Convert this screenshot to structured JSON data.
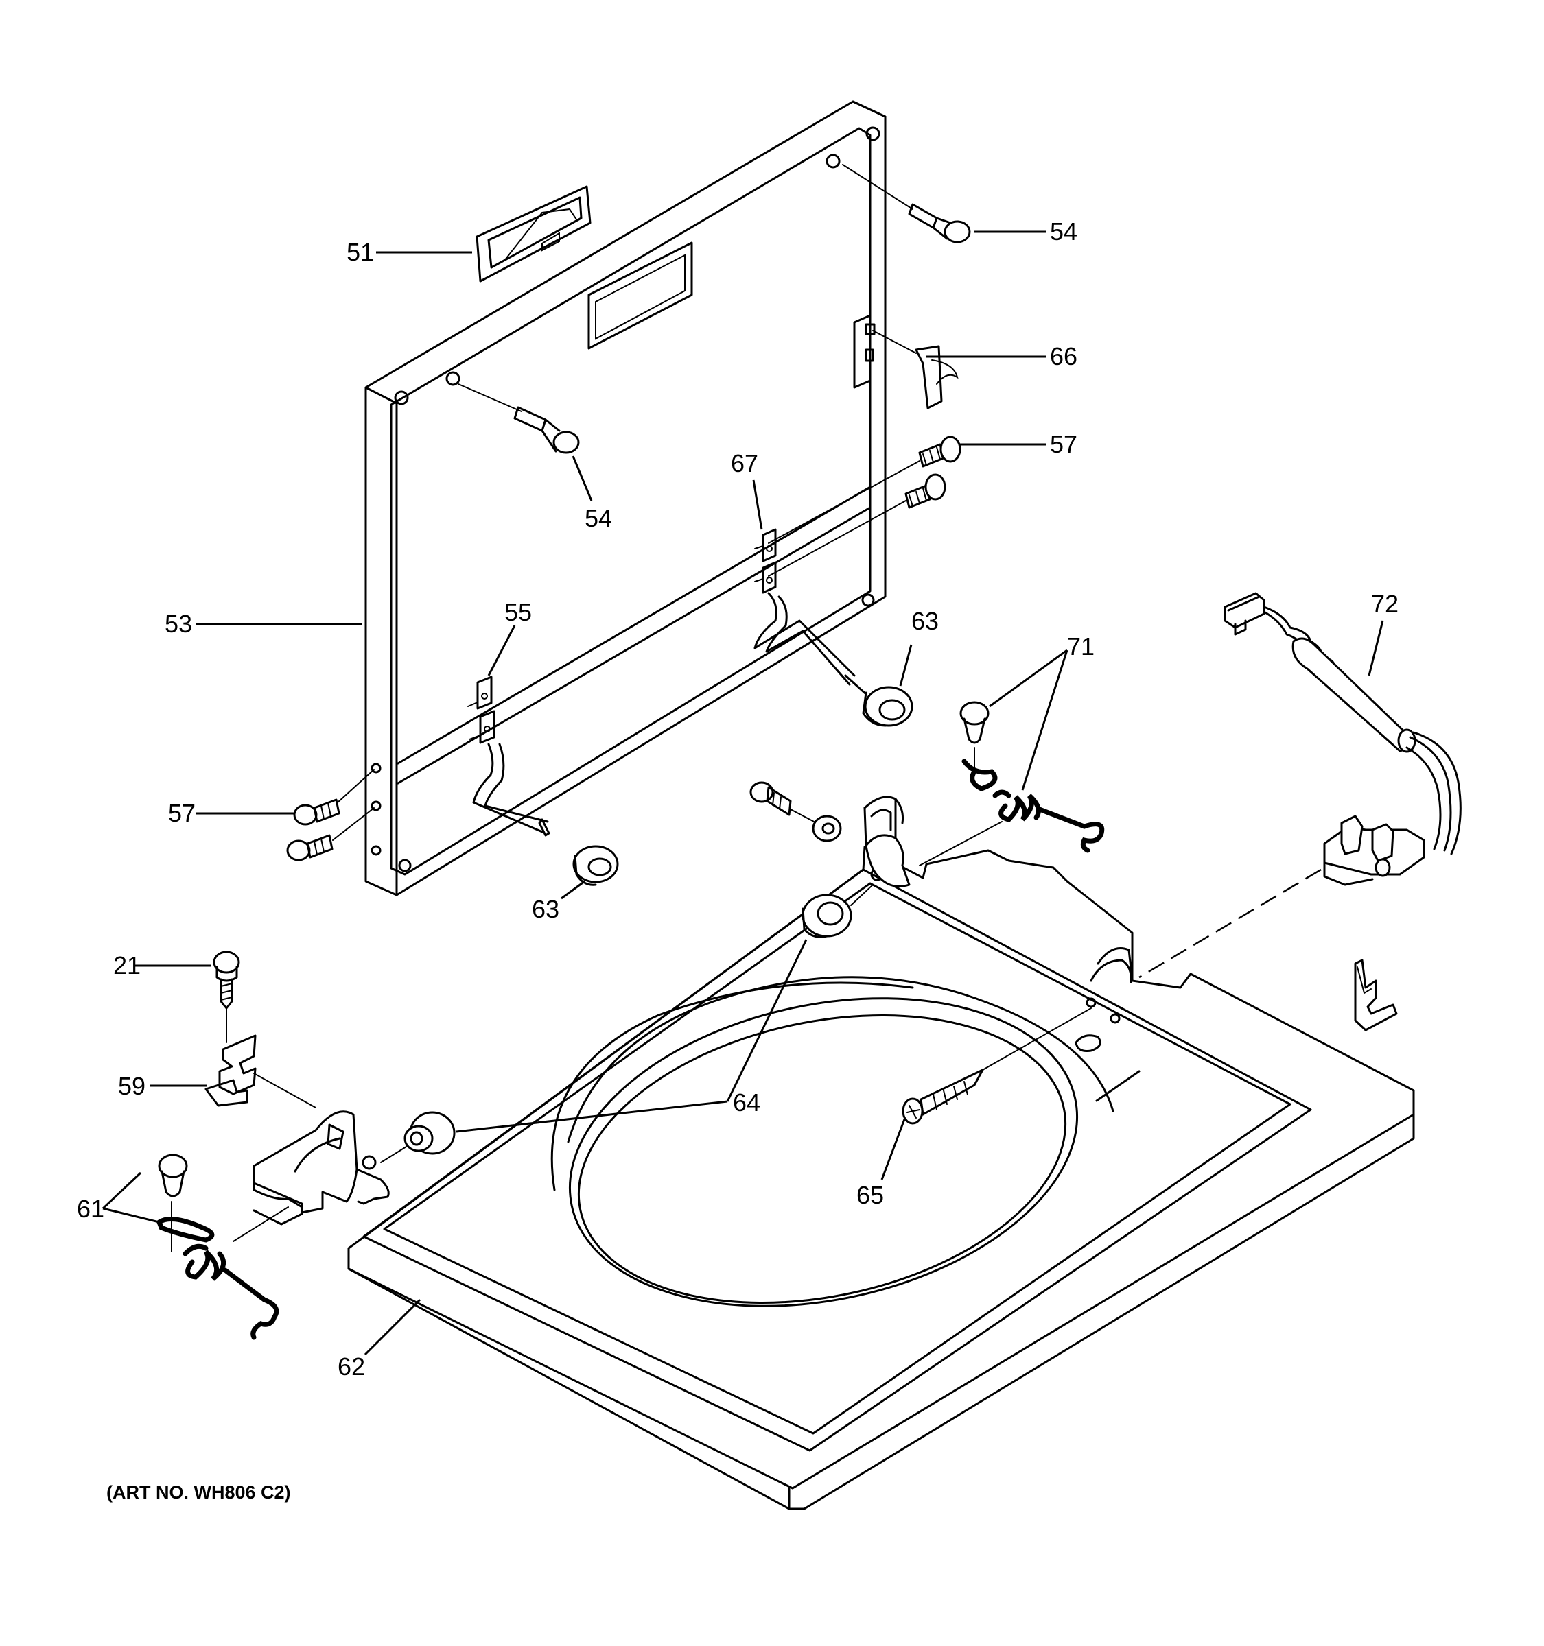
{
  "diagram": {
    "callouts": {
      "p21": "21",
      "p51": "51",
      "p53": "53",
      "p54a": "54",
      "p54b": "54",
      "p55": "55",
      "p57a": "57",
      "p57b": "57",
      "p59": "59",
      "p61": "61",
      "p62": "62",
      "p63a": "63",
      "p63b": "63",
      "p64": "64",
      "p65": "65",
      "p66": "66",
      "p67": "67",
      "p71": "71",
      "p72": "72"
    },
    "art_number": "(ART NO. WH806 C2)"
  }
}
